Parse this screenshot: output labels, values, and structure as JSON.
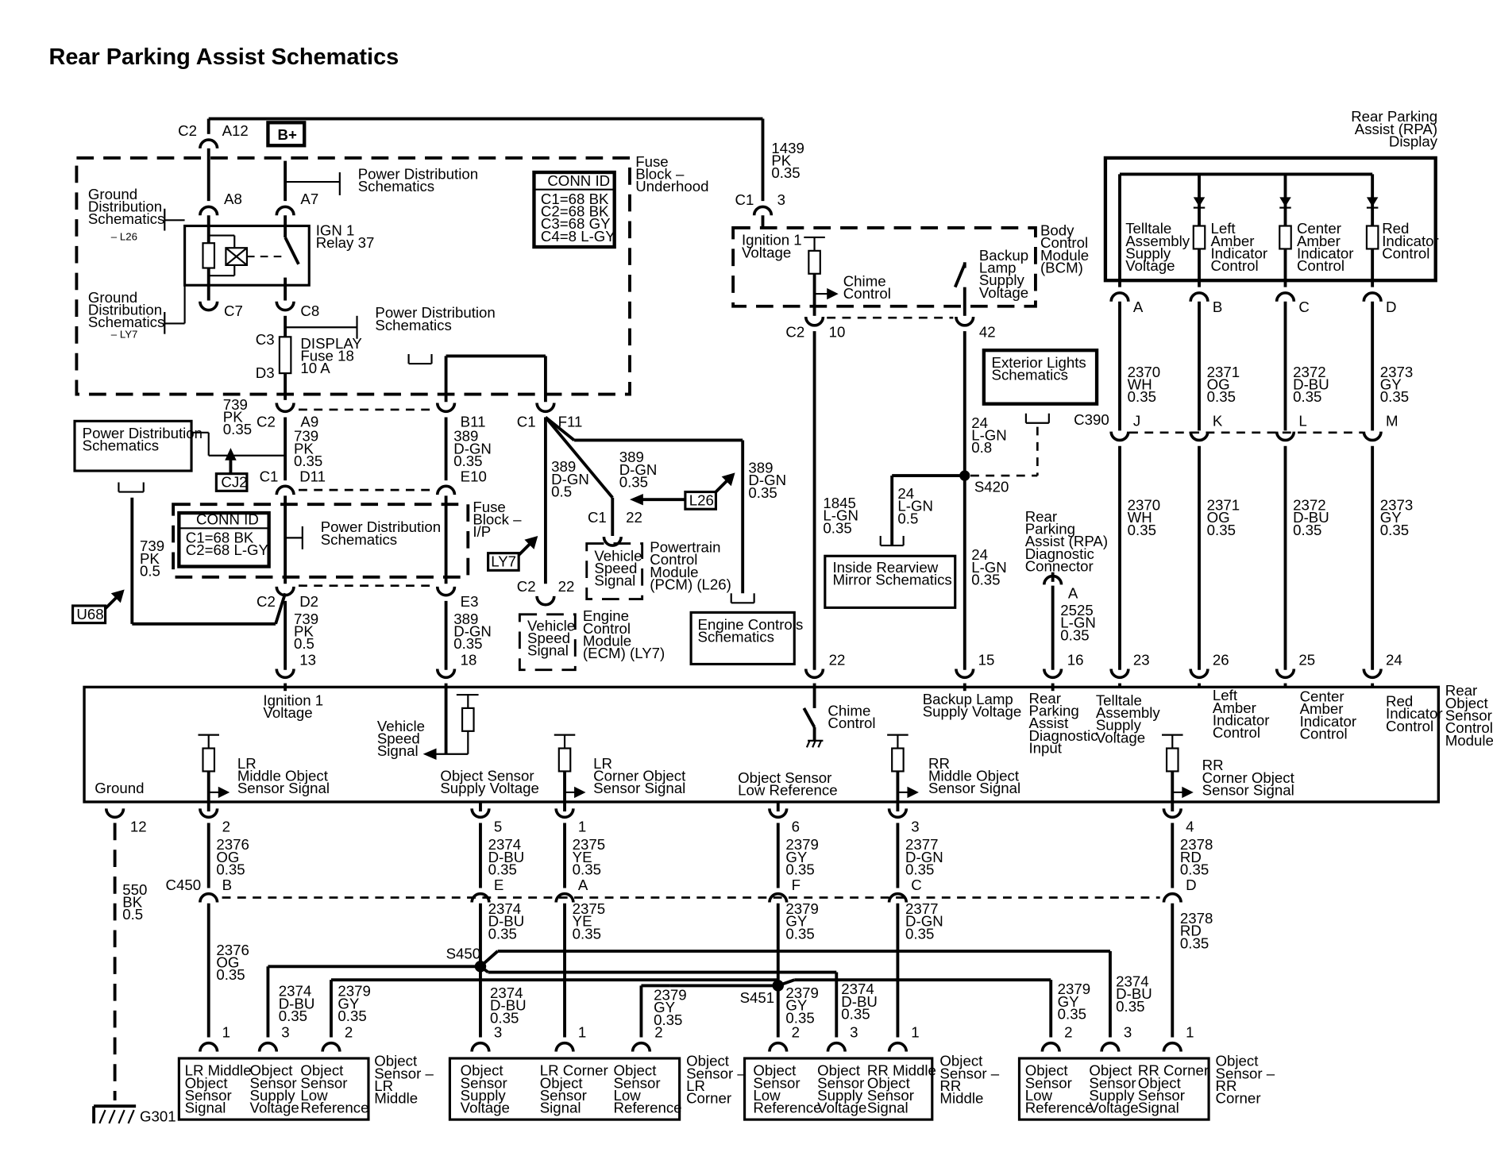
{
  "title": "Rear Parking Assist Schematics",
  "fuse_block_underhood": {
    "label": [
      "Fuse",
      "Block –",
      "Underhood"
    ],
    "conn_id": {
      "header": "CONN ID",
      "rows": [
        "C1=68 BK",
        "C2=68 BK",
        "C3=68 GY",
        "C4=8 L-GY"
      ]
    },
    "b_plus": "B+",
    "pins": {
      "c2": "C2",
      "a12": "A12",
      "a8": "A8",
      "a7": "A7",
      "c7": "C7",
      "c8": "C8",
      "c3": "C3",
      "d3": "D3"
    },
    "relay": [
      "IGN 1",
      "Relay 37"
    ],
    "fuse": [
      "DISPLAY",
      "Fuse 18",
      "10 A"
    ],
    "ground_dist_l26": [
      "Ground",
      "Distribution",
      "Schematics"
    ],
    "l26": "– L26",
    "ground_dist_ly7": [
      "Ground",
      "Distribution",
      "Schematics"
    ],
    "ly7": "– LY7",
    "power_dist_1": [
      "Power Distribution",
      "Schematics"
    ],
    "power_dist_2": [
      "Power Distribution",
      "Schematics"
    ]
  },
  "fuse_block_ip": {
    "label": [
      "Fuse",
      "Block –",
      "I/P"
    ],
    "conn_id": {
      "header": "CONN ID",
      "rows": [
        "C1=68 BK",
        "C2=68 L-GY"
      ]
    },
    "power_dist": [
      "Power Distribution",
      "Schematics"
    ],
    "pins": {
      "c2_top": "C2",
      "a9": "A9",
      "b11": "B11",
      "c1": "C1",
      "d11": "D11",
      "e10": "E10",
      "c2_bot": "C2",
      "d2": "D2",
      "e3": "E3"
    }
  },
  "left_side": {
    "power_dist": [
      "Power Distribution",
      "Schematics"
    ],
    "cj2": "CJ2",
    "u68": "U68",
    "wire_739_a": [
      "739",
      "PK",
      "0.35"
    ],
    "wire_739_b": [
      "739",
      "PK",
      "0.35"
    ],
    "wire_739_c": [
      "739",
      "PK",
      "0.5"
    ],
    "wire_739_d": [
      "739",
      "PK",
      "0.5"
    ]
  },
  "vss_wires": {
    "w389_a": [
      "389",
      "D-GN",
      "0.35"
    ],
    "w389_b": [
      "389",
      "D-GN",
      "0.35"
    ],
    "w389_c": [
      "389",
      "D-GN",
      "0.5"
    ],
    "w389_d": [
      "389",
      "D-GN",
      "0.35"
    ],
    "w389_e": [
      "389",
      "D-GN",
      "0.35"
    ],
    "c1_f11": [
      "C1",
      "F11"
    ],
    "l26": "L26",
    "ly7": "LY7",
    "pcm_pin": [
      "C1",
      "22"
    ],
    "ecm_pin": [
      "C2",
      "22"
    ],
    "vss_pcm": [
      "Vehicle",
      "Speed",
      "Signal"
    ],
    "pcm": [
      "Powertrain",
      "Control",
      "Module",
      "(PCM) (L26)"
    ],
    "vss_ecm": [
      "Vehicle",
      "Speed",
      "Signal"
    ],
    "ecm": [
      "Engine",
      "Control",
      "Module",
      "(ECM) (LY7)"
    ],
    "engine_controls": [
      "Engine Controls",
      "Schematics"
    ]
  },
  "bcm": {
    "wire_1439": [
      "1439",
      "PK",
      "0.35"
    ],
    "c1": "C1",
    "pin3": "3",
    "ign1": [
      "Ignition 1",
      "Voltage"
    ],
    "chime": [
      "Chime",
      "Control"
    ],
    "backup": [
      "Backup",
      "Lamp",
      "Supply",
      "Voltage"
    ],
    "label": [
      "Body",
      "Control",
      "Module",
      "(BCM)"
    ],
    "c2": "C2",
    "pin10": "10",
    "pin42": "42"
  },
  "exterior": {
    "ext_lights": [
      "Exterior Lights",
      "Schematics"
    ],
    "wire_24_a": [
      "24",
      "L-GN",
      "0.8"
    ],
    "wire_24_b": [
      "24",
      "L-GN",
      "0.5"
    ],
    "wire_24_c": [
      "24",
      "L-GN",
      "0.35"
    ],
    "s420": "S420",
    "inside_mirror": [
      "Inside Rearview",
      "Mirror Schematics"
    ],
    "wire_1845": [
      "1845",
      "L-GN",
      "0.35"
    ]
  },
  "diag": {
    "label": [
      "Rear",
      "Parking",
      "Assist (RPA)",
      "Diagnostic",
      "Connector"
    ],
    "pin_a": "A",
    "wire": [
      "2525",
      "L-GN",
      "0.35"
    ]
  },
  "rpa_display": {
    "label": [
      "Rear Parking",
      "Assist (RPA)",
      "Display"
    ],
    "cells": [
      [
        "Telltale",
        "Assembly",
        "Supply",
        "Voltage"
      ],
      [
        "Left",
        "Amber",
        "Indicator",
        "Control"
      ],
      [
        "Center",
        "Amber",
        "Indicator",
        "Control"
      ],
      [
        "Red",
        "Indicator",
        "Control"
      ]
    ],
    "pins": [
      "A",
      "B",
      "C",
      "D"
    ],
    "c390": "C390",
    "c390_pins": [
      "J",
      "K",
      "L",
      "M"
    ],
    "wires_top": [
      [
        "2370",
        "WH",
        "0.35"
      ],
      [
        "2371",
        "OG",
        "0.35"
      ],
      [
        "2372",
        "D-BU",
        "0.35"
      ],
      [
        "2373",
        "GY",
        "0.35"
      ]
    ],
    "wires_bot": [
      [
        "2370",
        "WH",
        "0.35"
      ],
      [
        "2371",
        "OG",
        "0.35"
      ],
      [
        "2372",
        "D-BU",
        "0.35"
      ],
      [
        "2373",
        "GY",
        "0.35"
      ]
    ]
  },
  "module": {
    "label": [
      "Rear",
      "Object",
      "Sensor",
      "Control",
      "Module"
    ],
    "top_pins": [
      "13",
      "18",
      "22",
      "15",
      "16",
      "23",
      "26",
      "25",
      "24"
    ],
    "ign1": [
      "Ignition 1",
      "Voltage"
    ],
    "vss": [
      "Vehicle",
      "Speed",
      "Signal"
    ],
    "chime": [
      "Chime",
      "Control"
    ],
    "backup": [
      "Backup Lamp",
      "Supply Voltage"
    ],
    "rpa_diag": [
      "Rear",
      "Parking",
      "Assist",
      "Diagnostic",
      "Input"
    ],
    "telltale": [
      "Telltale",
      "Assembly",
      "Supply",
      "Voltage"
    ],
    "left_amber": [
      "Left",
      "Amber",
      "Indicator",
      "Control"
    ],
    "center_amber": [
      "Center",
      "Amber",
      "Indicator",
      "Control"
    ],
    "red_ind": [
      "Red",
      "Indicator",
      "Control"
    ],
    "ground": "Ground",
    "lr_mid": [
      "LR",
      "Middle Object",
      "Sensor Signal"
    ],
    "obj_supply": [
      "Object Sensor",
      "Supply Voltage"
    ],
    "lr_corner": [
      "LR",
      "Corner Object",
      "Sensor Signal"
    ],
    "obj_low": [
      "Object Sensor",
      "Low Reference"
    ],
    "rr_mid": [
      "RR",
      "Middle Object",
      "Sensor Signal"
    ],
    "rr_corner": [
      "RR",
      "Corner Object",
      "Sensor Signal"
    ],
    "bottom_pins": [
      "12",
      "2",
      "5",
      "1",
      "6",
      "3",
      "4"
    ]
  },
  "lower_wires": {
    "w550": [
      "550",
      "BK",
      "0.5"
    ],
    "w2376_a": [
      "2376",
      "OG",
      "0.35"
    ],
    "w2374_a": [
      "2374",
      "D-BU",
      "0.35"
    ],
    "w2375_a": [
      "2375",
      "YE",
      "0.35"
    ],
    "w2379_a": [
      "2379",
      "GY",
      "0.35"
    ],
    "w2377_a": [
      "2377",
      "D-GN",
      "0.35"
    ],
    "w2378_a": [
      "2378",
      "RD",
      "0.35"
    ],
    "c450": "C450",
    "c450_pins": [
      "B",
      "E",
      "A",
      "F",
      "C",
      "D"
    ],
    "w2376_b": [
      "2376",
      "OG",
      "0.35"
    ],
    "w2374_b": [
      "2374",
      "D-BU",
      "0.35"
    ],
    "w2375_b": [
      "2375",
      "YE",
      "0.35"
    ],
    "w2379_b": [
      "2379",
      "GY",
      "0.35"
    ],
    "w2377_b": [
      "2377",
      "D-GN",
      "0.35"
    ],
    "w2378_b": [
      "2378",
      "RD",
      "0.35"
    ],
    "s450": "S450",
    "s451": "S451",
    "w2374_c": [
      "2374",
      "D-BU",
      "0.35"
    ],
    "w2379_c": [
      "2379",
      "GY",
      "0.35"
    ],
    "w2374_d": [
      "2374",
      "D-BU",
      "0.35"
    ],
    "w2379_d": [
      "2379",
      "GY",
      "0.35"
    ],
    "w2379_e": [
      "2379",
      "GY",
      "0.35"
    ],
    "w2374_e": [
      "2374",
      "D-BU",
      "0.35"
    ],
    "w2379_f": [
      "2379",
      "GY",
      "0.35"
    ],
    "w2374_f": [
      "2374",
      "D-BU",
      "0.35"
    ],
    "g301": "G301"
  },
  "sensors": [
    {
      "cells": [
        [
          "LR Middle",
          "Object",
          "Sensor",
          "Signal"
        ],
        [
          "Object",
          "Sensor",
          "Supply",
          "Voltage"
        ],
        [
          "Object",
          "Sensor",
          "Low",
          "Reference"
        ]
      ],
      "pins": [
        "1",
        "3",
        "2"
      ],
      "label": [
        "Object",
        "Sensor –",
        "LR",
        "Middle"
      ]
    },
    {
      "cells": [
        [
          "Object",
          "Sensor",
          "Supply",
          "Voltage"
        ],
        [
          "LR Corner",
          "Object",
          "Sensor",
          "Signal"
        ],
        [
          "Object",
          "Sensor",
          "Low",
          "Reference"
        ]
      ],
      "pins": [
        "3",
        "1",
        "2"
      ],
      "label": [
        "Object",
        "Sensor –",
        "LR",
        "Corner"
      ]
    },
    {
      "cells": [
        [
          "Object",
          "Sensor",
          "Low",
          "Reference"
        ],
        [
          "Object",
          "Sensor",
          "Supply",
          "Voltage"
        ],
        [
          "RR Middle",
          "Object",
          "Sensor",
          "Signal"
        ]
      ],
      "pins": [
        "2",
        "3",
        "1"
      ],
      "label": [
        "Object",
        "Sensor –",
        "RR",
        "Middle"
      ]
    },
    {
      "cells": [
        [
          "Object",
          "Sensor",
          "Low",
          "Reference"
        ],
        [
          "Object",
          "Sensor",
          "Supply",
          "Voltage"
        ],
        [
          "RR Corner",
          "Object",
          "Sensor",
          "Signal"
        ]
      ],
      "pins": [
        "2",
        "3",
        "1"
      ],
      "label": [
        "Object",
        "Sensor –",
        "RR",
        "Corner"
      ]
    }
  ]
}
